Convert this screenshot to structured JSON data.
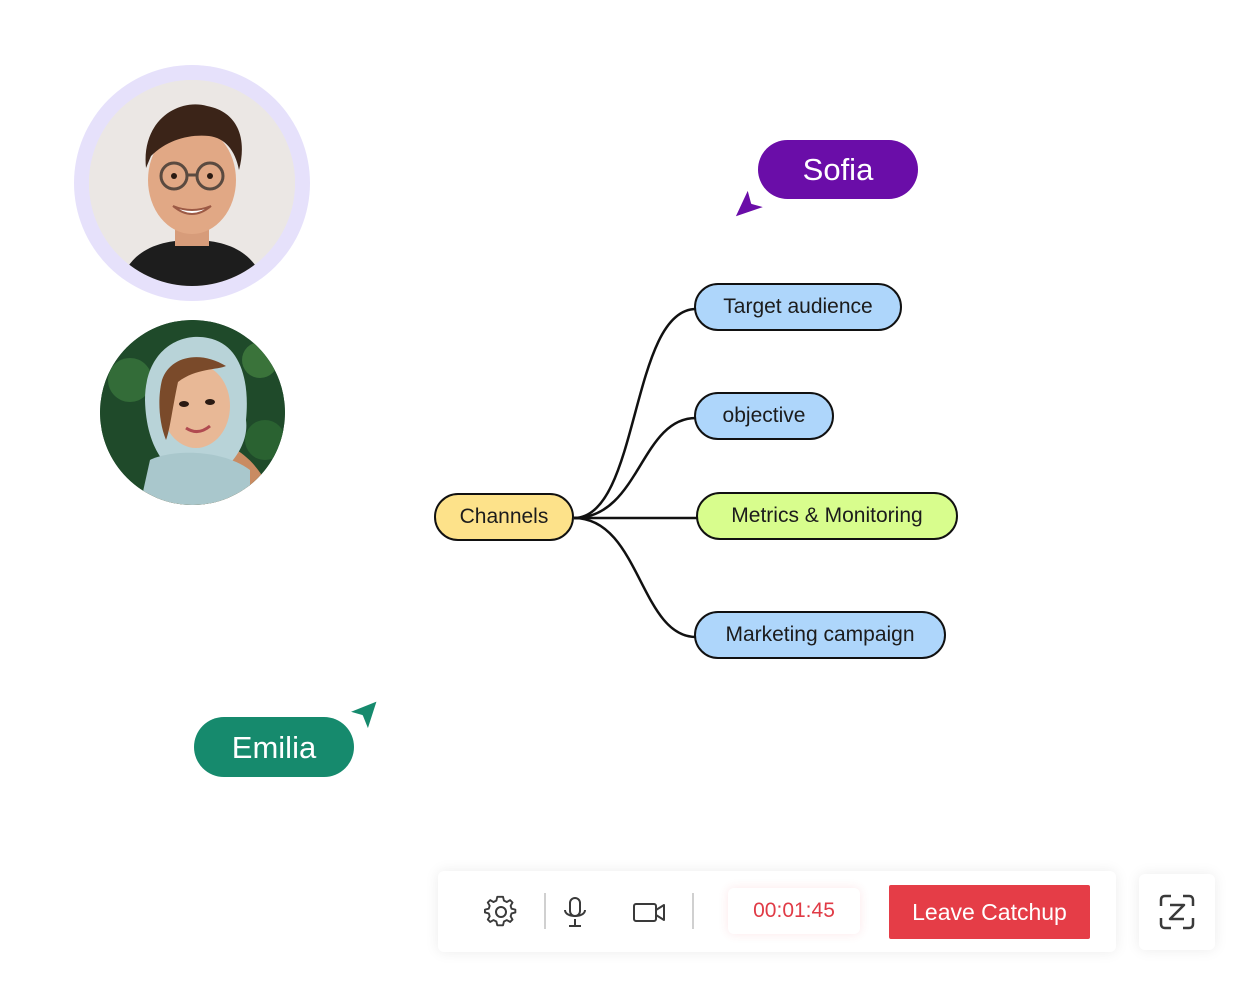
{
  "participants": [
    {
      "name": "participant-1",
      "active": true
    },
    {
      "name": "participant-2",
      "active": false
    }
  ],
  "cursors": {
    "sofia": {
      "label": "Sofia",
      "color": "#6a0da8"
    },
    "emilia": {
      "label": "Emilia",
      "color": "#168a6d"
    }
  },
  "mindmap": {
    "root": {
      "label": "Channels",
      "color": "#fde28a"
    },
    "branches": [
      {
        "label": "Target audience",
        "color": "#aed6fb"
      },
      {
        "label": "objective",
        "color": "#aed6fb"
      },
      {
        "label": "Metrics & Monitoring",
        "color": "#d8fd8d"
      },
      {
        "label": "Marketing campaign",
        "color": "#aed6fb"
      }
    ]
  },
  "toolbar": {
    "settings_icon": "gear-icon",
    "mic_icon": "microphone-icon",
    "camera_icon": "video-camera-icon",
    "timer": "00:01:45",
    "leave_label": "Leave Catchup",
    "leave_color": "#e53d47"
  },
  "zoom_icon": "zoho-logo-icon"
}
